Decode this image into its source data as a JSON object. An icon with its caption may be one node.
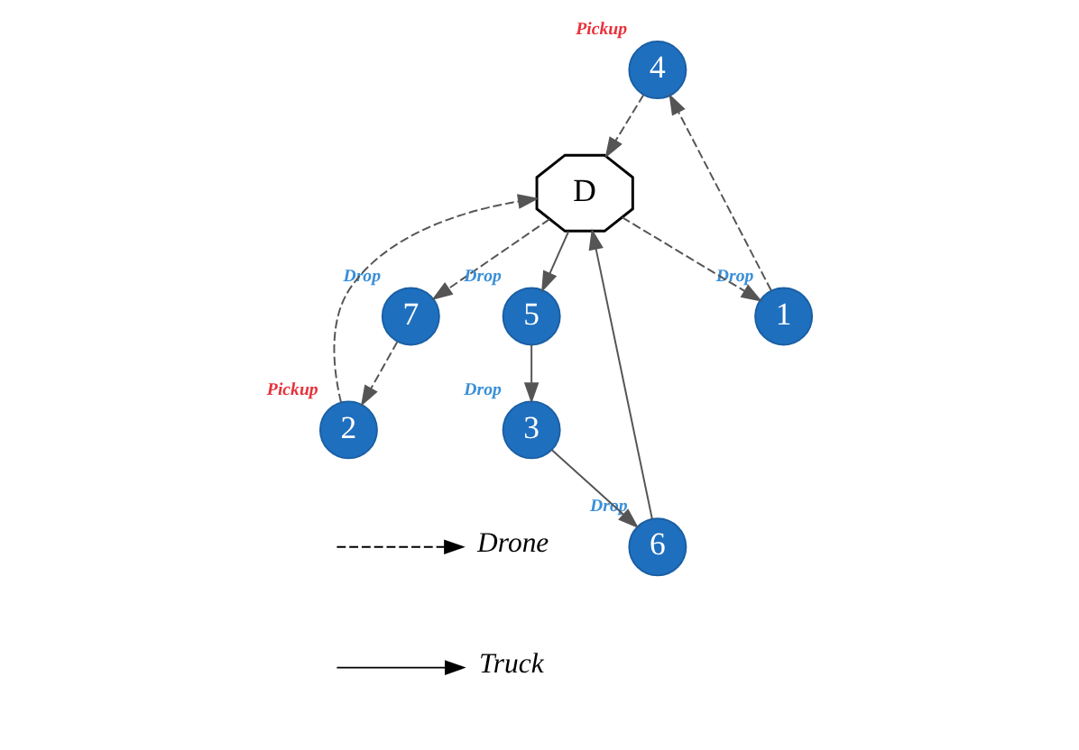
{
  "diagram": {
    "nodes": [
      {
        "text": [
          "4"
        ],
        "beside": [
          "Pickup"
        ]
      },
      {
        "text": [
          "7"
        ],
        "beside": [
          "Drop"
        ]
      },
      {
        "text": [
          "1"
        ],
        "beside": [
          "Drop"
        ]
      },
      {
        "text": [
          "2"
        ],
        "beside": [
          "Pickup"
        ]
      },
      {
        "text": [
          "D"
        ]
      },
      {
        "text": [
          "6"
        ],
        "beside": [
          "Drop"
        ]
      },
      {
        "text": [
          "5"
        ],
        "beside": [
          "Drop"
        ]
      },
      {
        "text": [
          "3"
        ],
        "beside": [
          "Drop"
        ]
      }
    ],
    "edges": [
      {
        "from": 4,
        "to": 2,
        "arrow": "to",
        "style": "dashed"
      },
      {
        "from": 2,
        "to": 0,
        "arrow": "to",
        "style": "dashed"
      },
      {
        "from": 0,
        "to": 4,
        "arrow": "to",
        "style": "dashed"
      },
      {
        "from": 4,
        "to": 1,
        "arrow": "to",
        "style": "dashed"
      },
      {
        "from": 1,
        "to": 3,
        "arrow": "to",
        "style": "dashed"
      },
      {
        "from": 3,
        "to": 4,
        "arrow": "to",
        "style": "dashed"
      },
      {
        "from": 4,
        "to": 6,
        "arrow": "to"
      },
      {
        "from": 6,
        "to": 7,
        "arrow": "to"
      },
      {
        "from": 7,
        "to": 5,
        "arrow": "to"
      },
      {
        "from": 5,
        "to": 4,
        "arrow": "to"
      }
    ],
    "legend": [
      {
        "text": "Drone"
      },
      {
        "text": "Truck"
      }
    ]
  }
}
